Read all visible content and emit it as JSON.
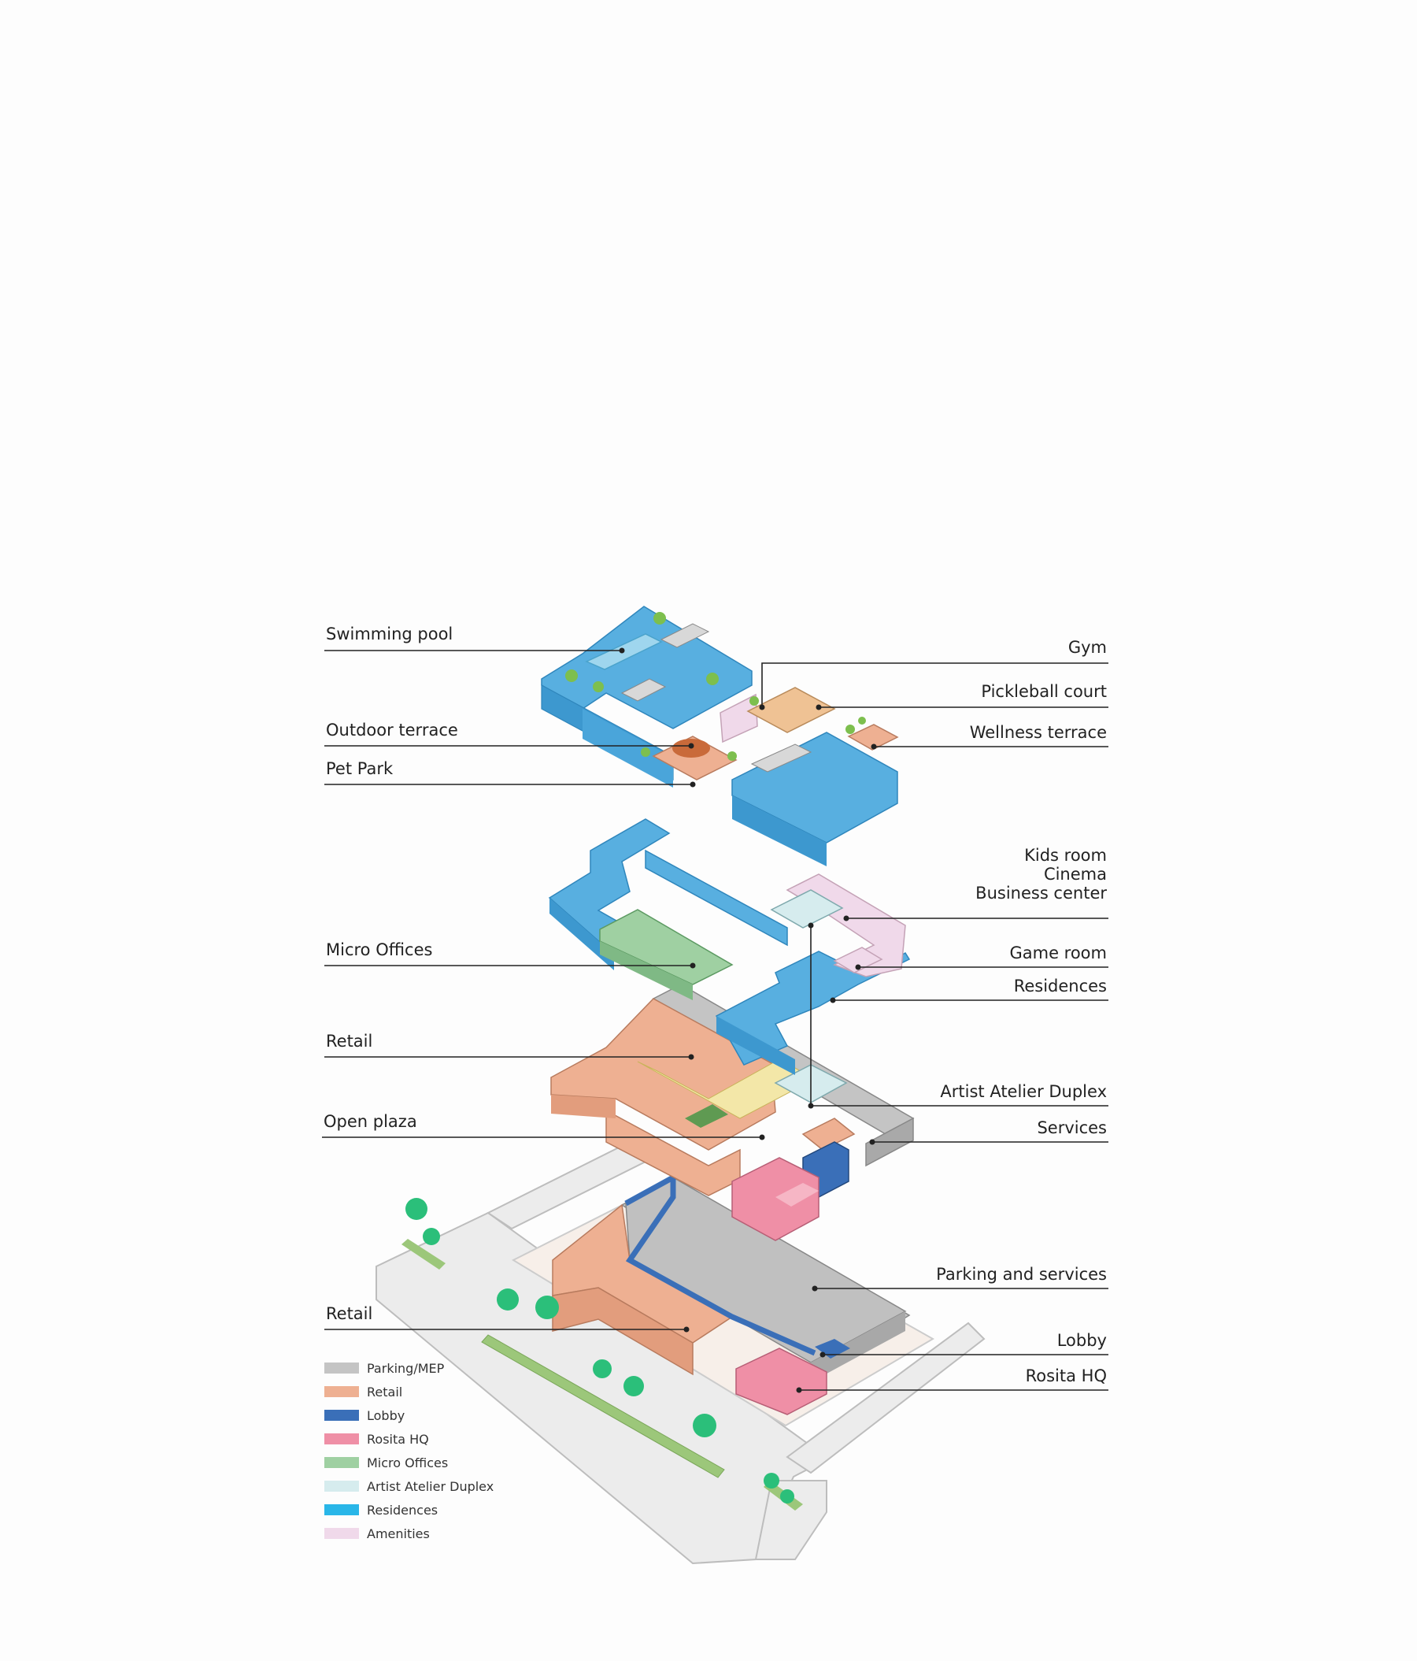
{
  "colors": {
    "parking": "#c4c4c4",
    "retail": "#eeb092",
    "lobby": "#3a6fb8",
    "rosita": "#ef8fa6",
    "micro": "#9fd0a2",
    "atelier": "#d6ecee",
    "residences": "#58afe0",
    "amenities": "#f0d9ea",
    "green": "#7dbf4e",
    "ground": "#ececec"
  },
  "labels_left": {
    "swimming_pool": "Swimming pool",
    "outdoor_terrace": "Outdoor terrace",
    "pet_park": "Pet Park",
    "micro_offices": "Micro Offices",
    "retail_upper": "Retail",
    "open_plaza": "Open plaza",
    "retail_ground": "Retail"
  },
  "labels_right": {
    "gym": "Gym",
    "pickleball": "Pickleball court",
    "wellness": "Wellness terrace",
    "kids_room": "Kids room",
    "cinema": "Cinema",
    "business_center": "Business center",
    "game_room": "Game room",
    "residences": "Residences",
    "artist_atelier": "Artist Atelier Duplex",
    "services": "Services",
    "parking_services": "Parking and services",
    "lobby": "Lobby",
    "rosita_hq": "Rosita HQ"
  },
  "legend": [
    {
      "label": "Parking/MEP",
      "color": "#c4c4c4"
    },
    {
      "label": "Retail",
      "color": "#eeb092"
    },
    {
      "label": "Lobby",
      "color": "#3a6fb8"
    },
    {
      "label": "Rosita HQ",
      "color": "#ef8fa6"
    },
    {
      "label": "Micro Offices",
      "color": "#9fd0a2"
    },
    {
      "label": "Artist Atelier Duplex",
      "color": "#d6ecee"
    },
    {
      "label": "Residences",
      "color": "#29b6e8"
    },
    {
      "label": "Amenities",
      "color": "#f0d9ea"
    }
  ]
}
